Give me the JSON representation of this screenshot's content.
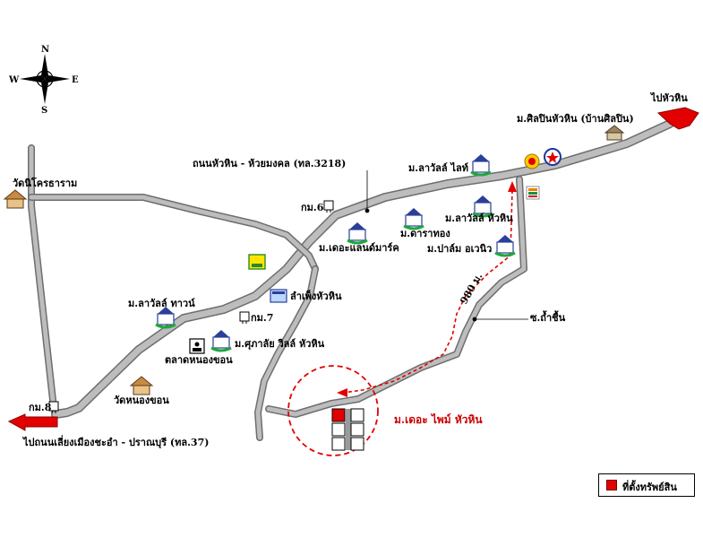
{
  "compass": {
    "north": "N",
    "south": "S",
    "east": "E",
    "west": "W"
  },
  "labels": {
    "to_huahin": "ไปหัวหิน",
    "silpin": "ม.ศิลปินหัวหิน (บ้านศิลปิน)",
    "road_main": "ถนนหัวหิน - ห้วยมงคล (ทล.3218)",
    "laguna_light": "ม.ลาวัลล์ ไลท์",
    "laguna_huahin": "ม.ลาวัลล์ หัวหิน",
    "wat_nikhom": "วัดนิโครธาราม",
    "km6": "กม.6",
    "taratong": "ม.ดาราทอง",
    "landmark": "ม.เดอะแลนด์มาร์ค",
    "palm": "ม.ปาล์ม อเวนิว",
    "lamphueng": "ลำเพ็งหัวหิน",
    "laguna_town": "ม.ลาวัลล์ ทาวน์",
    "km7": "กม.7",
    "soi": "ซ.ถ้ำชื้น",
    "talat": "ตลาดหนองขอน",
    "supalai": "ม.ศุภาลัย วิลล์ หัวหิน",
    "distance": "980 ม.",
    "wat_nong": "วัดหนองขอน",
    "km8": "กม.8",
    "to_chaam": "ไปถนนเลี่ยงเมืองชะอำ - ปราณบุรี (ทล.37)",
    "property": "ม.เดอะ ไพม์ หัวหิน"
  },
  "legend": {
    "label": "ที่ตั้งทรัพย์สิน",
    "color": "#e30000"
  },
  "colors": {
    "road": "#a6a6a6",
    "road_edge": "#6e6e6e",
    "route": "#e30000",
    "arrow": "#e30000"
  }
}
